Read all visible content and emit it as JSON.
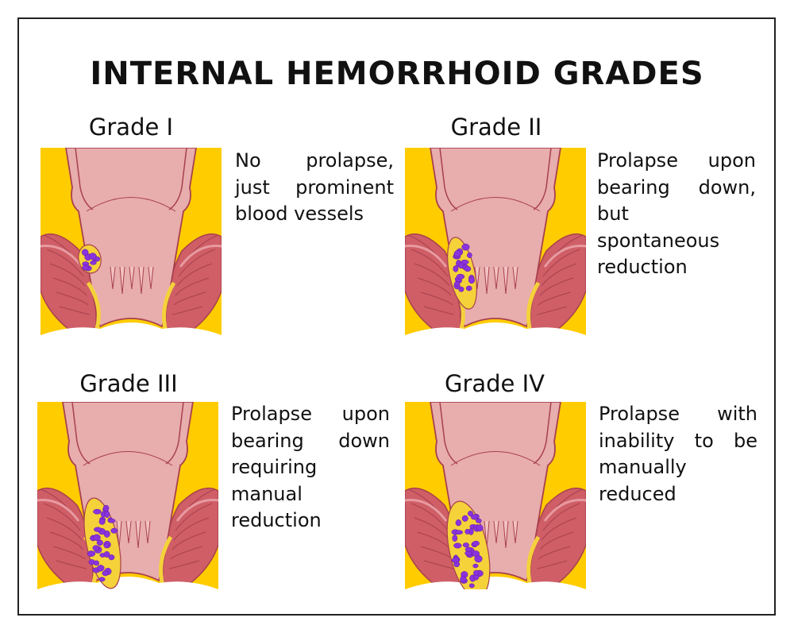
{
  "title": "INTERNAL HEMORRHOID GRADES",
  "colors": {
    "background": "#FFCC00",
    "mucosa": "#E8ADAD",
    "outline": "#A8404E",
    "muscle": "#CF5E66",
    "hemorrhoid": "#F5D23A",
    "vessel": "#8A33DD"
  },
  "grades": [
    {
      "label": "Grade I",
      "grade": 1,
      "description_lines": [
        "No prolapse,",
        "just prominent",
        "blood vessels"
      ]
    },
    {
      "label": "Grade II",
      "grade": 2,
      "description_lines": [
        "Prolapse upon",
        "bearing down,",
        "but",
        "spontaneous",
        "reduction"
      ]
    },
    {
      "label": "Grade III",
      "grade": 3,
      "description_lines": [
        "Prolapse upon",
        "bearing down",
        "requiring",
        "manual",
        "reduction"
      ]
    },
    {
      "label": "Grade IV",
      "grade": 4,
      "description_lines": [
        "Prolapse with",
        "inability to be",
        "manually",
        "reduced"
      ]
    }
  ]
}
